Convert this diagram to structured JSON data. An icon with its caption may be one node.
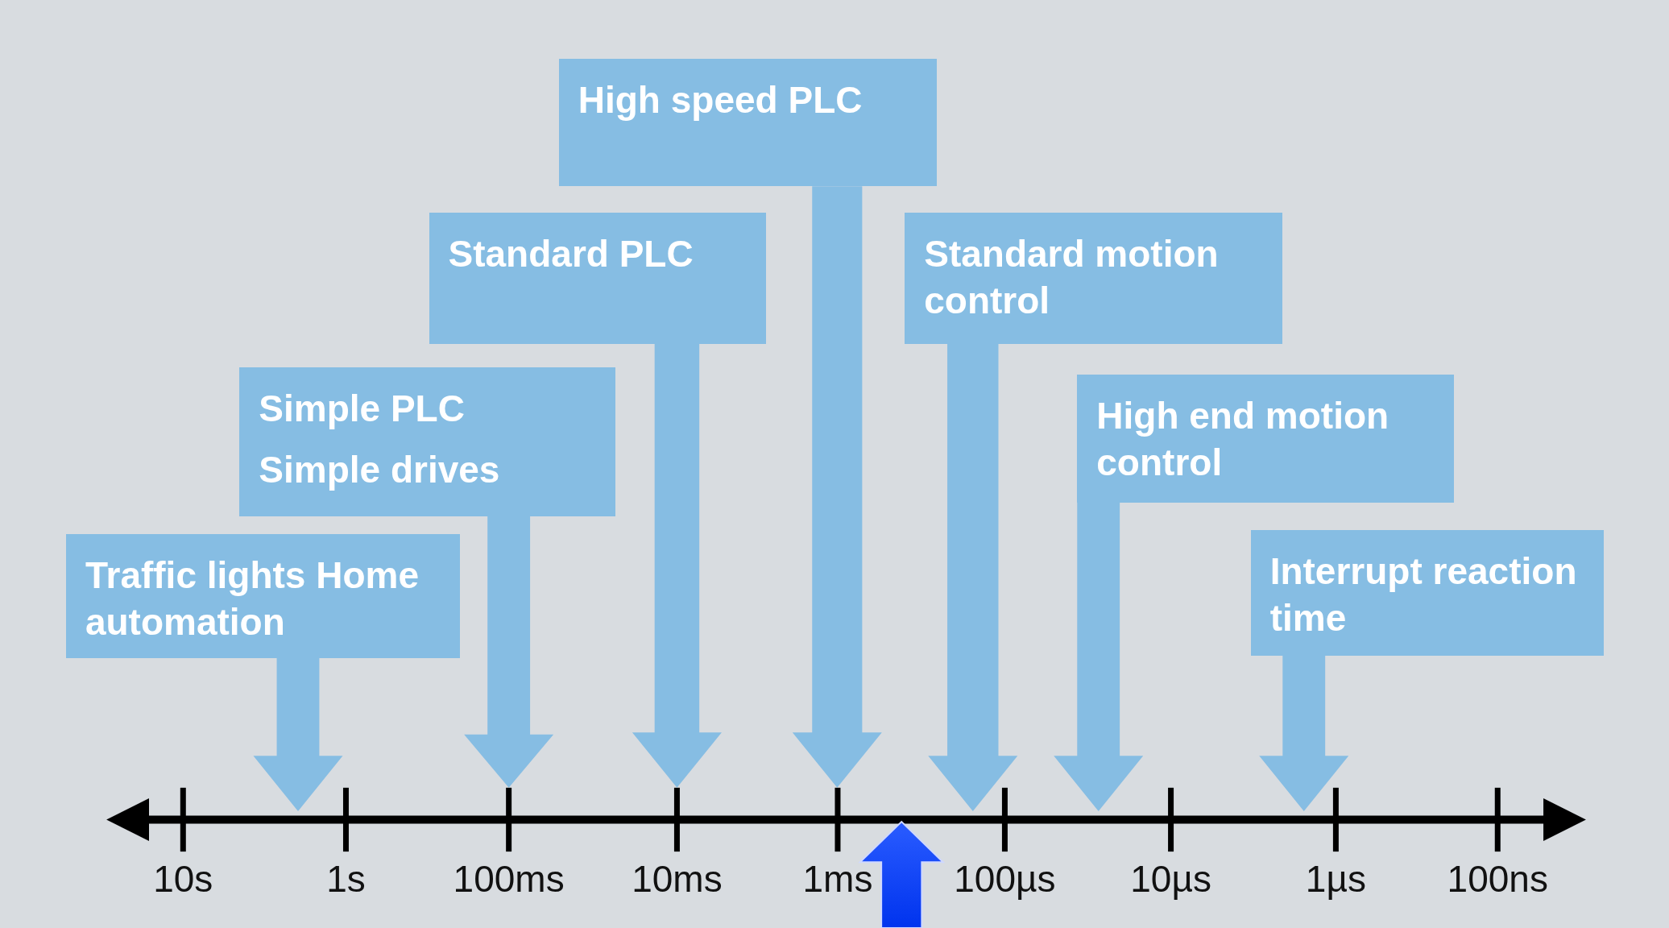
{
  "diagram": {
    "nodes": [
      {
        "text": [
          "Traffic lights Home automation"
        ]
      },
      {
        "text": [
          "Simple PLC",
          "Simple drives"
        ]
      },
      {
        "text": [
          "Standard PLC"
        ]
      },
      {
        "text": [
          "High speed PLC"
        ]
      },
      {
        "text": [
          "Standard motion control"
        ]
      },
      {
        "text": [
          "High end motion control"
        ]
      },
      {
        "text": [
          "Interrupt reaction time"
        ]
      }
    ],
    "edges": [
      {
        "from": 0,
        "to": null,
        "arrow": "to"
      },
      {
        "from": 1,
        "to": null,
        "arrow": "to"
      },
      {
        "from": 2,
        "to": null,
        "arrow": "to"
      },
      {
        "from": 3,
        "to": null,
        "arrow": "to"
      },
      {
        "from": 4,
        "to": null,
        "arrow": "to"
      },
      {
        "from": 5,
        "to": null,
        "arrow": "to"
      },
      {
        "from": 6,
        "to": null,
        "arrow": "to"
      }
    ],
    "labels": [
      "10s",
      "1s",
      "100ms",
      "10ms",
      "1ms",
      "100µs",
      "10µs",
      "1µs",
      "100ns"
    ]
  }
}
